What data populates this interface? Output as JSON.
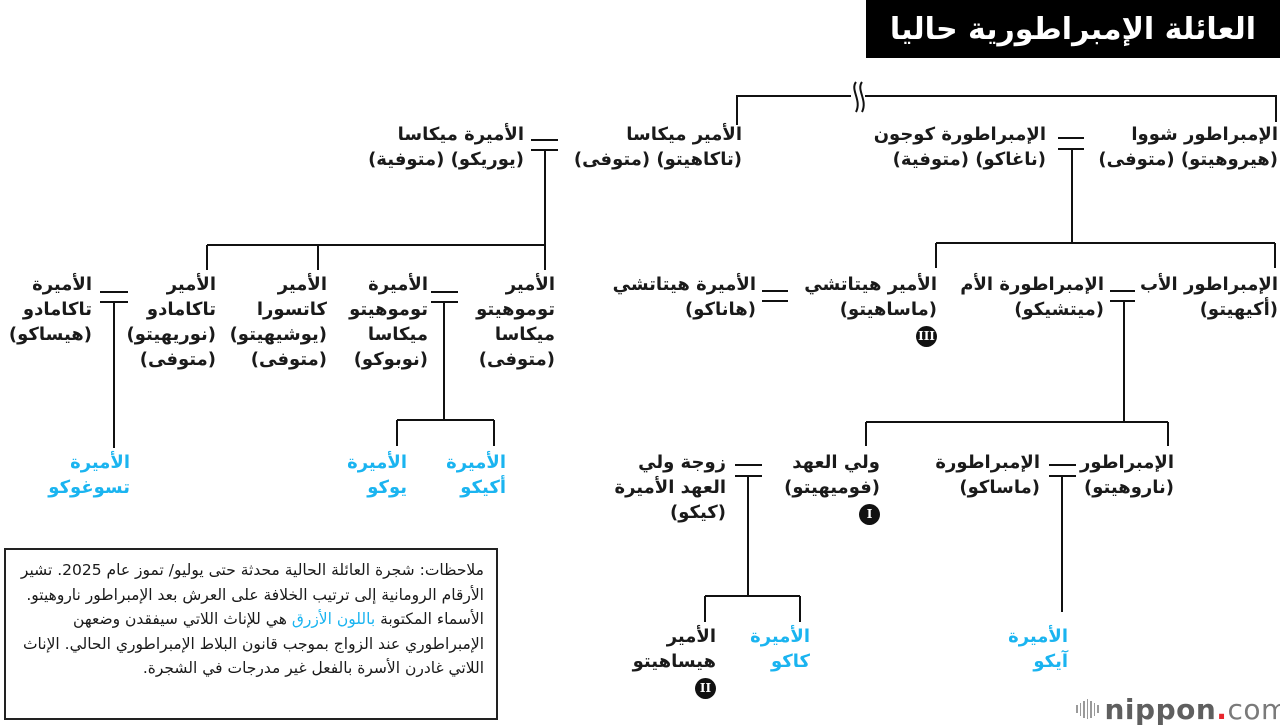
{
  "title": "العائلة الإمبراطورية حاليا",
  "colors": {
    "blue_names": "#1ab4f0",
    "title_bg": "#000000",
    "title_text": "#ffffff",
    "logo_dot": "#e8262d"
  },
  "people": {
    "showa": {
      "lines": [
        "الإمبراطور شووا",
        "(هيروهيتو) (متوفى)"
      ]
    },
    "kojun": {
      "lines": [
        "الإمبراطورة كوجون",
        "(ناغاكو) (متوفية)"
      ]
    },
    "mikasa_prince": {
      "lines": [
        "الأمير ميكاسا",
        "(تاكاهيتو) (متوفى)"
      ]
    },
    "mikasa_princess": {
      "lines": [
        "الأميرة ميكاسا",
        "(يوريكو) (متوفية)"
      ]
    },
    "akihito": {
      "lines": [
        "الإمبراطور الأب",
        "(أكيهيتو)"
      ]
    },
    "michiko": {
      "lines": [
        "الإمبراطورة الأم",
        "(ميتشيكو)"
      ]
    },
    "hitachi_prince": {
      "lines": [
        "الأمير هيتاتشي",
        "(ماساهيتو)"
      ],
      "badge": "III"
    },
    "hitachi_princess": {
      "lines": [
        "الأميرة هيتاتشي",
        "(هاناكو)"
      ]
    },
    "tomohito": {
      "lines": [
        "الأمير",
        "توموهيتو",
        "ميكاسا",
        "(متوفى)"
      ]
    },
    "nobuko": {
      "lines": [
        "الأميرة",
        "توموهيتو",
        "ميكاسا",
        "(نوبوكو)"
      ]
    },
    "katsura": {
      "lines": [
        "الأمير",
        "كاتسورا",
        "(يوشيهيتو)",
        "(متوفى)"
      ]
    },
    "takamado_prince": {
      "lines": [
        "الأمير",
        "تاكامادو",
        "(نوريهيتو)",
        "(متوفى)"
      ]
    },
    "takamado_princess": {
      "lines": [
        "الأميرة",
        "تاكامادو",
        "(هيساكو)"
      ]
    },
    "akiko": {
      "lines": [
        "الأميرة",
        "أكيكو"
      ],
      "blue": true
    },
    "yoko": {
      "lines": [
        "الأميرة",
        "يوكو"
      ],
      "blue": true
    },
    "tsuguko": {
      "lines": [
        "الأميرة",
        "تسوغوكو"
      ],
      "blue": true
    },
    "naruhito": {
      "lines": [
        "الإمبراطور",
        "(ناروهيتو)"
      ]
    },
    "masako": {
      "lines": [
        "الإمبراطورة",
        "(ماساكو)"
      ]
    },
    "fumihito": {
      "lines": [
        "ولي العهد",
        "(فوميهيتو)"
      ],
      "badge": "I"
    },
    "kiko": {
      "lines": [
        "زوجة ولي",
        "العهد الأميرة",
        "(كيكو)"
      ]
    },
    "aiko": {
      "lines": [
        "الأميرة",
        "آيكو"
      ],
      "blue": true
    },
    "kako": {
      "lines": [
        "الأميرة",
        "كاكو"
      ],
      "blue": true
    },
    "hisahito": {
      "lines": [
        "الأمير",
        "هيساهيتو"
      ],
      "badge": "II"
    }
  },
  "notes": {
    "part1": "ملاحظات: شجرة العائلة الحالية محدثة حتى يوليو/ تموز عام 2025. تشير الأرقام الرومانية إلى ترتيب الخلافة على العرش بعد الإمبراطور ناروهيتو. الأسماء المكتوبة ",
    "highlight": "باللون الأزرق",
    "part2": " هي للإناث اللاتي سيفقدن وضعهن الإمبراطوري عند الزواج بموجب قانون البلاط الإمبراطوري الحالي. الإناث اللاتي غادرن الأسرة بالفعل غير مدرجات في الشجرة."
  },
  "logo": {
    "brand": "nippon",
    "dot": ".",
    "tld": "com"
  }
}
